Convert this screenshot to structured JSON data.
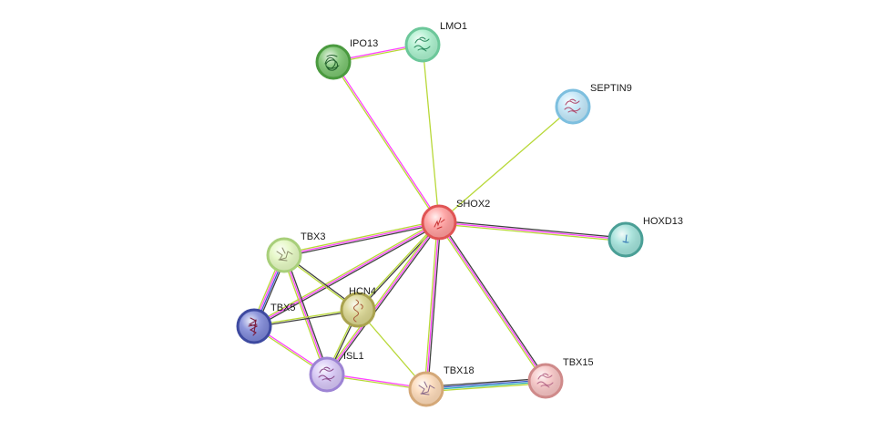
{
  "network": {
    "nodes": [
      {
        "id": "SHOX2",
        "label": "SHOX2",
        "fill": "#ff9a9a",
        "stroke": "#e05454",
        "inner": "#c83232",
        "glyph": "squiggle"
      },
      {
        "id": "LMO1",
        "label": "LMO1",
        "fill": "#a8efcb",
        "stroke": "#6cc79a",
        "inner": "#2a8a5e",
        "glyph": "protein"
      },
      {
        "id": "IPO13",
        "label": "IPO13",
        "fill": "#79c36e",
        "stroke": "#4a9a3f",
        "inner": "#1f5e2a",
        "glyph": "coil"
      },
      {
        "id": "SEPTIN9",
        "label": "SEPTIN9",
        "fill": "#c0e6f8",
        "stroke": "#7dbfdf",
        "inner": "#b04b6e",
        "glyph": "protein"
      },
      {
        "id": "HOXD13",
        "label": "HOXD13",
        "fill": "#9fe0d8",
        "stroke": "#4a9f96",
        "inner": "#2b6fb0",
        "glyph": "tiny"
      },
      {
        "id": "TBX3",
        "label": "TBX3",
        "fill": "#e3f7c0",
        "stroke": "#a8cf7a",
        "inner": "#8a8a6a",
        "glyph": "sketch"
      },
      {
        "id": "HCN4",
        "label": "HCN4",
        "fill": "#d8d48e",
        "stroke": "#a9a24e",
        "inner": "#a85a3a",
        "glyph": "helix"
      },
      {
        "id": "TBX5",
        "label": "TBX5",
        "fill": "#7c86d6",
        "stroke": "#3e4aa0",
        "inner": "#7a1a3a",
        "glyph": "dense"
      },
      {
        "id": "ISL1",
        "label": "ISL1",
        "fill": "#d5c5f5",
        "stroke": "#9d84d4",
        "inner": "#8a4a8a",
        "glyph": "protein"
      },
      {
        "id": "TBX18",
        "label": "TBX18",
        "fill": "#fbd8b6",
        "stroke": "#d4a878",
        "inner": "#8a6a8a",
        "glyph": "sketch"
      },
      {
        "id": "TBX15",
        "label": "TBX15",
        "fill": "#f5c2c2",
        "stroke": "#cf8a8a",
        "inner": "#b86a8a",
        "glyph": "protein"
      }
    ],
    "edges": [
      {
        "source": "IPO13",
        "target": "LMO1",
        "evidence": [
          "#ff44ff",
          "#b8d838"
        ]
      },
      {
        "source": "IPO13",
        "target": "SHOX2",
        "evidence": [
          "#ff44ff",
          "#b8d838"
        ]
      },
      {
        "source": "LMO1",
        "target": "SHOX2",
        "evidence": [
          "#b8d838"
        ]
      },
      {
        "source": "SEPTIN9",
        "target": "SHOX2",
        "evidence": [
          "#b8d838"
        ]
      },
      {
        "source": "SHOX2",
        "target": "HOXD13",
        "evidence": [
          "#404040",
          "#ff44ff",
          "#b8d838"
        ]
      },
      {
        "source": "SHOX2",
        "target": "TBX3",
        "evidence": [
          "#404040",
          "#ff44ff",
          "#b8d838"
        ]
      },
      {
        "source": "SHOX2",
        "target": "HCN4",
        "evidence": [
          "#404040",
          "#b8d838"
        ]
      },
      {
        "source": "SHOX2",
        "target": "TBX5",
        "evidence": [
          "#404040",
          "#ff44ff",
          "#b8d838"
        ]
      },
      {
        "source": "SHOX2",
        "target": "ISL1",
        "evidence": [
          "#404040",
          "#ff44ff",
          "#b8d838"
        ]
      },
      {
        "source": "SHOX2",
        "target": "TBX18",
        "evidence": [
          "#404040",
          "#ff44ff",
          "#b8d838"
        ]
      },
      {
        "source": "SHOX2",
        "target": "TBX15",
        "evidence": [
          "#404040",
          "#ff44ff",
          "#b8d838"
        ]
      },
      {
        "source": "TBX3",
        "target": "HCN4",
        "evidence": [
          "#404040",
          "#b8d838"
        ]
      },
      {
        "source": "TBX3",
        "target": "TBX5",
        "evidence": [
          "#404040",
          "#3a5acc",
          "#ff44ff",
          "#b8d838"
        ]
      },
      {
        "source": "TBX3",
        "target": "ISL1",
        "evidence": [
          "#404040",
          "#ff44ff",
          "#b8d838"
        ]
      },
      {
        "source": "HCN4",
        "target": "TBX5",
        "evidence": [
          "#404040",
          "#b8d838"
        ]
      },
      {
        "source": "HCN4",
        "target": "ISL1",
        "evidence": [
          "#404040",
          "#b8d838"
        ]
      },
      {
        "source": "HCN4",
        "target": "TBX18",
        "evidence": [
          "#b8d838"
        ]
      },
      {
        "source": "TBX5",
        "target": "ISL1",
        "evidence": [
          "#ff44ff",
          "#b8d838"
        ]
      },
      {
        "source": "ISL1",
        "target": "TBX18",
        "evidence": [
          "#ff44ff",
          "#b8d838"
        ]
      },
      {
        "source": "TBX18",
        "target": "TBX15",
        "evidence": [
          "#404040",
          "#3a5acc",
          "#2bb0b0",
          "#b8d838"
        ]
      }
    ]
  }
}
